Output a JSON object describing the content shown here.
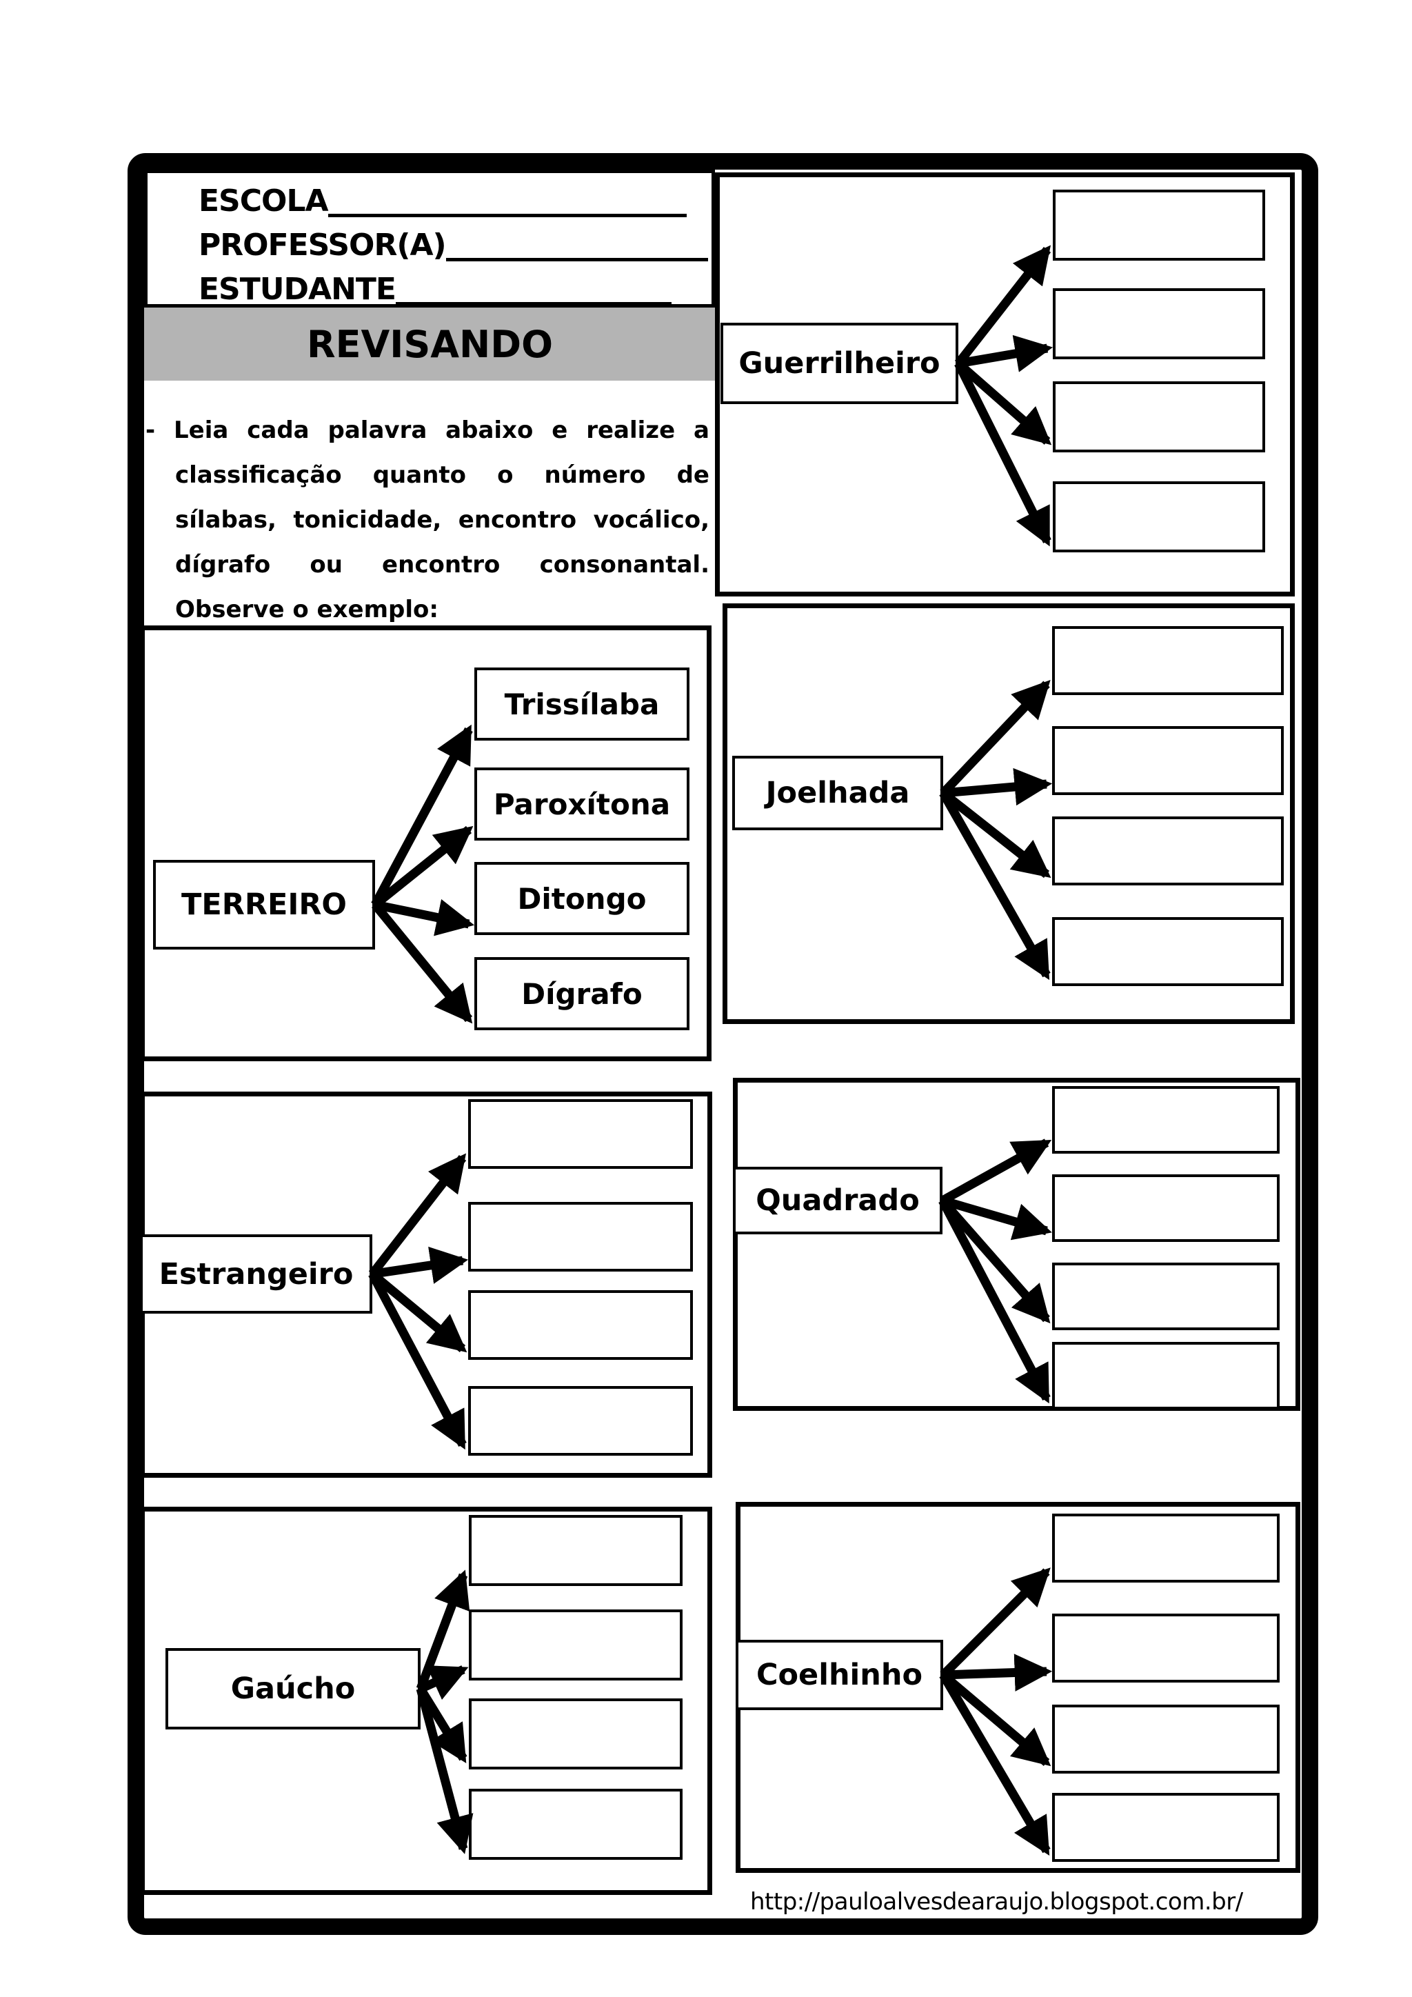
{
  "header": {
    "fields": [
      {
        "label": "ESCOLA"
      },
      {
        "label": "PROFESSOR(A)"
      },
      {
        "label": "ESTUDANTE"
      }
    ]
  },
  "banner": {
    "title": "REVISANDO"
  },
  "instruction": {
    "lines": [
      "- Leia cada palavra abaixo e realize a",
      "classificação quanto o número de",
      "sílabas, tonicidade, encontro vocálico,",
      "dígrafo ou encontro consonantal.",
      "Observe o exemplo:"
    ]
  },
  "panels": [
    {
      "id": "guerrilheiro",
      "word": "Guerrilheiro",
      "answers": [
        "",
        "",
        "",
        ""
      ]
    },
    {
      "id": "terreiro",
      "word": "TERREIRO",
      "answers": [
        "Trissílaba",
        "Paroxítona",
        "Ditongo",
        "Dígrafo"
      ]
    },
    {
      "id": "joelhada",
      "word": "Joelhada",
      "answers": [
        "",
        "",
        "",
        ""
      ]
    },
    {
      "id": "estrangeiro",
      "word": "Estrangeiro",
      "answers": [
        "",
        "",
        "",
        ""
      ]
    },
    {
      "id": "quadrado",
      "word": "Quadrado",
      "answers": [
        "",
        "",
        "",
        ""
      ]
    },
    {
      "id": "gaucho",
      "word": "Gaúcho",
      "answers": [
        "",
        "",
        "",
        ""
      ]
    },
    {
      "id": "coelhinho",
      "word": "Coelhinho",
      "answers": [
        "",
        "",
        "",
        ""
      ]
    }
  ],
  "footer": {
    "url": "http://pauloalvesdearaujo.blogspot.com.br/"
  },
  "colors": {
    "banner_gray": "#b4b4b4",
    "ink": "#000000",
    "paper": "#ffffff"
  }
}
